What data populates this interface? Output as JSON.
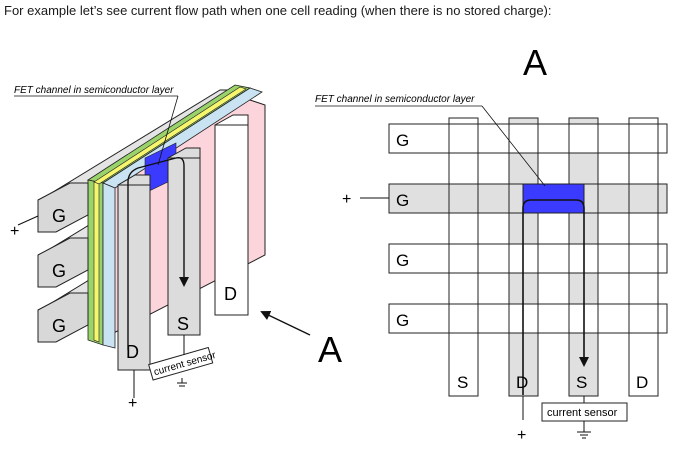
{
  "caption": "For example let’s see current flow path when one cell reading (when there is no stored charge):",
  "left_diagram": {
    "channel_label": "FET channel in semiconductor layer",
    "gate_labels": [
      "G",
      "G",
      "G"
    ],
    "drain_label": "D",
    "source_label": "S",
    "drain2_label": "D",
    "sensor_label": "current sensor",
    "plus_gate": "+",
    "plus_drain": "+",
    "view_label": "A"
  },
  "right_diagram": {
    "view_label": "A",
    "channel_label": "FET channel in semiconductor layer",
    "gate_labels": [
      "G",
      "G",
      "G",
      "G"
    ],
    "plus_gate": "+",
    "bottom_labels": [
      "S",
      "D",
      "S",
      "D"
    ],
    "sensor_label": "current sensor",
    "plus_drain": "+"
  },
  "colors": {
    "channel": "#3b3bff",
    "strip": "#e0e0e0",
    "substrate_pink": "#fbd5db",
    "layer_green": "#9ad36a",
    "layer_yellow": "#f6f56e",
    "layer_blue": "#c9e3f3"
  }
}
